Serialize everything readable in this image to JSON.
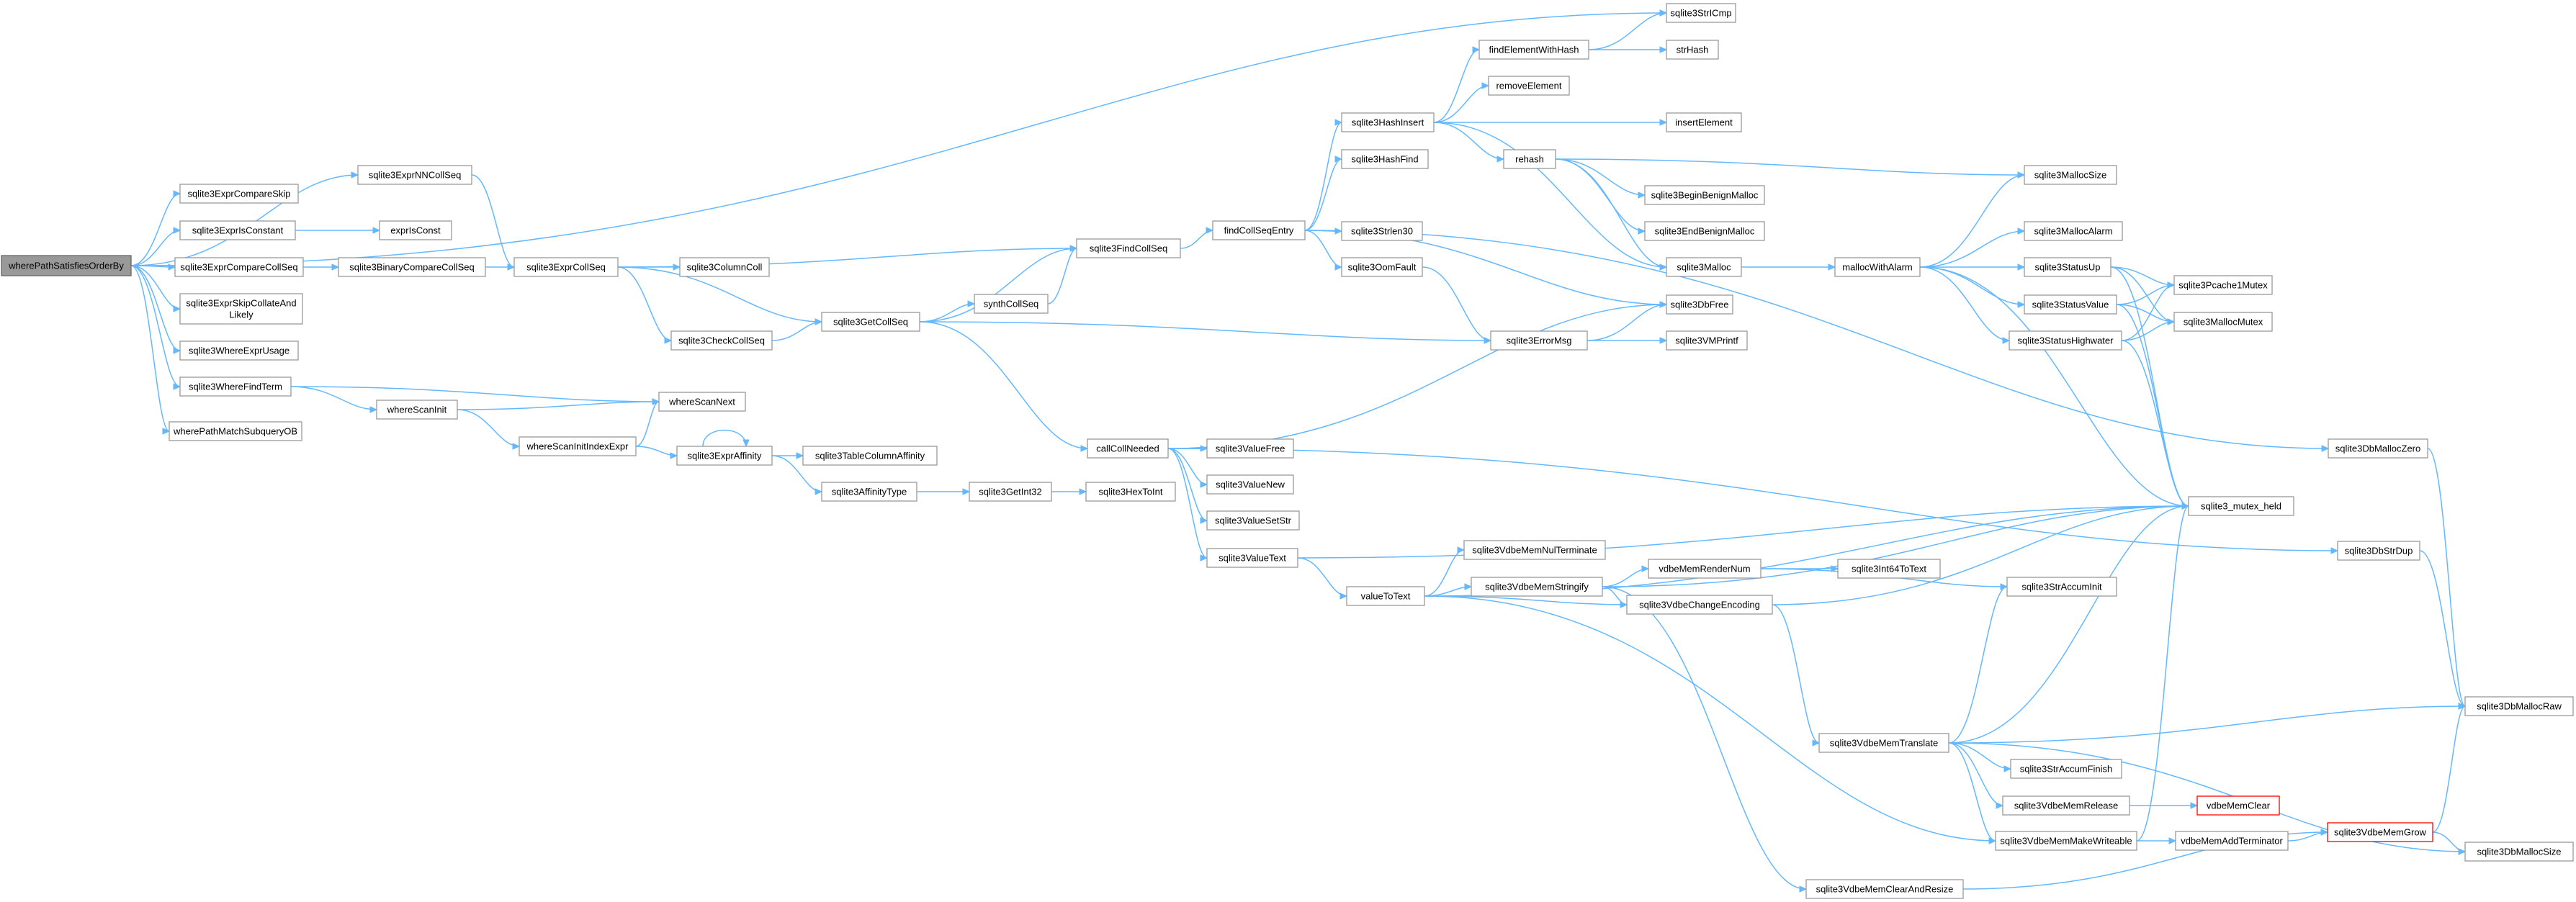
{
  "graph": {
    "root": "wherePathSatisfiesOrderBy",
    "nodes": [
      {
        "id": "wpso",
        "label": "wherePathSatisfiesOrderBy",
        "root": true
      },
      {
        "id": "strcmp",
        "label": "sqlite3StrICmp"
      },
      {
        "id": "fewh",
        "label": "findElementWithHash"
      },
      {
        "id": "strhash",
        "label": "strHash"
      },
      {
        "id": "removeel",
        "label": "removeElement"
      },
      {
        "id": "hashins",
        "label": "sqlite3HashInsert"
      },
      {
        "id": "insel",
        "label": "insertElement"
      },
      {
        "id": "rehash",
        "label": "rehash"
      },
      {
        "id": "mallocsize",
        "label": "sqlite3MallocSize"
      },
      {
        "id": "hashfind",
        "label": "sqlite3HashFind"
      },
      {
        "id": "beginbm",
        "label": "sqlite3BeginBenignMalloc"
      },
      {
        "id": "exprnncs",
        "label": "sqlite3ExprNNCollSeq"
      },
      {
        "id": "comparesk",
        "label": "sqlite3ExprCompareSkip"
      },
      {
        "id": "findcse",
        "label": "findCollSeqEntry"
      },
      {
        "id": "strlen30",
        "label": "sqlite3Strlen30"
      },
      {
        "id": "endbm",
        "label": "sqlite3EndBenignMalloc"
      },
      {
        "id": "mallocalarm",
        "label": "sqlite3MallocAlarm"
      },
      {
        "id": "isconst",
        "label": "sqlite3ExprIsConstant"
      },
      {
        "id": "exprconst",
        "label": "exprIsConst"
      },
      {
        "id": "findcs",
        "label": "sqlite3FindCollSeq"
      },
      {
        "id": "oomfault",
        "label": "sqlite3OomFault"
      },
      {
        "id": "malloc",
        "label": "sqlite3Malloc"
      },
      {
        "id": "mwa",
        "label": "mallocWithAlarm"
      },
      {
        "id": "statusup",
        "label": "sqlite3StatusUp"
      },
      {
        "id": "comparecs",
        "label": "sqlite3ExprCompareCollSeq"
      },
      {
        "id": "bincs",
        "label": "sqlite3BinaryCompareCollSeq"
      },
      {
        "id": "exprcs",
        "label": "sqlite3ExprCollSeq"
      },
      {
        "id": "columncoll",
        "label": "sqlite3ColumnColl"
      },
      {
        "id": "pcache1m",
        "label": "sqlite3Pcache1Mutex"
      },
      {
        "id": "statusval",
        "label": "sqlite3StatusValue"
      },
      {
        "id": "skipcoll",
        "label": "sqlite3ExprSkipCollateAnd\nLikely"
      },
      {
        "id": "synthcs",
        "label": "synthCollSeq"
      },
      {
        "id": "dbfree",
        "label": "sqlite3DbFree"
      },
      {
        "id": "mallocmutex",
        "label": "sqlite3MallocMutex"
      },
      {
        "id": "getcs",
        "label": "sqlite3GetCollSeq"
      },
      {
        "id": "checkcs",
        "label": "sqlite3CheckCollSeq"
      },
      {
        "id": "errmsg",
        "label": "sqlite3ErrorMsg"
      },
      {
        "id": "vmprintf",
        "label": "sqlite3VMPrintf"
      },
      {
        "id": "statushw",
        "label": "sqlite3StatusHighwater"
      },
      {
        "id": "whereexpr",
        "label": "sqlite3WhereExprUsage"
      },
      {
        "id": "wherefind",
        "label": "sqlite3WhereFindTerm"
      },
      {
        "id": "wsnext",
        "label": "whereScanNext"
      },
      {
        "id": "wsinit",
        "label": "whereScanInit"
      },
      {
        "id": "wpmso",
        "label": "wherePathMatchSubqueryOB"
      },
      {
        "id": "dbmzero",
        "label": "sqlite3DbMallocZero"
      },
      {
        "id": "callcn",
        "label": "callCollNeeded"
      },
      {
        "id": "valfree",
        "label": "sqlite3ValueFree"
      },
      {
        "id": "wsiie",
        "label": "whereScanInitIndexExpr"
      },
      {
        "id": "affinity",
        "label": "sqlite3ExprAffinity"
      },
      {
        "id": "tcaff",
        "label": "sqlite3TableColumnAffinity"
      },
      {
        "id": "valnew",
        "label": "sqlite3ValueNew"
      },
      {
        "id": "afftype",
        "label": "sqlite3AffinityType"
      },
      {
        "id": "getint32",
        "label": "sqlite3GetInt32"
      },
      {
        "id": "hextoint",
        "label": "sqlite3HexToInt"
      },
      {
        "id": "mutexheld",
        "label": "sqlite3_mutex_held"
      },
      {
        "id": "valsetstr",
        "label": "sqlite3ValueSetStr"
      },
      {
        "id": "dbstrdup",
        "label": "sqlite3DbStrDup"
      },
      {
        "id": "valtext",
        "label": "sqlite3ValueText"
      },
      {
        "id": "nulterm",
        "label": "sqlite3VdbeMemNulTerminate"
      },
      {
        "id": "stringify",
        "label": "sqlite3VdbeMemStringify"
      },
      {
        "id": "rendernum",
        "label": "vdbeMemRenderNum"
      },
      {
        "id": "int64totext",
        "label": "sqlite3Int64ToText"
      },
      {
        "id": "straccinit",
        "label": "sqlite3StrAccumInit"
      },
      {
        "id": "valtotext",
        "label": "valueToText"
      },
      {
        "id": "changeenc",
        "label": "sqlite3VdbeChangeEncoding"
      },
      {
        "id": "dbmraw",
        "label": "sqlite3DbMallocRaw"
      },
      {
        "id": "memtrans",
        "label": "sqlite3VdbeMemTranslate"
      },
      {
        "id": "straccfin",
        "label": "sqlite3StrAccumFinish"
      },
      {
        "id": "memrel",
        "label": "sqlite3VdbeMemRelease"
      },
      {
        "id": "memclear",
        "label": "vdbeMemClear",
        "truncated": true
      },
      {
        "id": "makew",
        "label": "sqlite3VdbeMemMakeWriteable"
      },
      {
        "id": "addterm",
        "label": "vdbeMemAddTerminator"
      },
      {
        "id": "memgrow",
        "label": "sqlite3VdbeMemGrow",
        "truncated": true
      },
      {
        "id": "dbmsize",
        "label": "sqlite3DbMallocSize"
      },
      {
        "id": "clearresize",
        "label": "sqlite3VdbeMemClearAndResize"
      }
    ],
    "edges": [
      [
        "wpso",
        "strcmp"
      ],
      [
        "wpso",
        "exprnncs"
      ],
      [
        "wpso",
        "comparesk"
      ],
      [
        "wpso",
        "isconst"
      ],
      [
        "wpso",
        "comparecs"
      ],
      [
        "wpso",
        "skipcoll"
      ],
      [
        "wpso",
        "whereexpr"
      ],
      [
        "wpso",
        "wherefind"
      ],
      [
        "wpso",
        "wpmso"
      ],
      [
        "exprnncs",
        "exprcs"
      ],
      [
        "isconst",
        "exprconst"
      ],
      [
        "comparecs",
        "bincs"
      ],
      [
        "bincs",
        "exprcs"
      ],
      [
        "exprcs",
        "findcs"
      ],
      [
        "exprcs",
        "columncoll"
      ],
      [
        "exprcs",
        "getcs"
      ],
      [
        "exprcs",
        "checkcs"
      ],
      [
        "checkcs",
        "getcs"
      ],
      [
        "getcs",
        "synthcs"
      ],
      [
        "getcs",
        "findcs"
      ],
      [
        "getcs",
        "callcn"
      ],
      [
        "getcs",
        "errmsg"
      ],
      [
        "synthcs",
        "findcs"
      ],
      [
        "findcs",
        "findcse"
      ],
      [
        "findcse",
        "hashins"
      ],
      [
        "findcse",
        "hashfind"
      ],
      [
        "findcse",
        "strlen30"
      ],
      [
        "findcse",
        "oomfault"
      ],
      [
        "findcse",
        "dbfree"
      ],
      [
        "findcse",
        "dbmzero"
      ],
      [
        "hashins",
        "fewh"
      ],
      [
        "hashins",
        "removeel"
      ],
      [
        "hashins",
        "insel"
      ],
      [
        "hashins",
        "rehash"
      ],
      [
        "hashins",
        "malloc"
      ],
      [
        "fewh",
        "strcmp"
      ],
      [
        "fewh",
        "strhash"
      ],
      [
        "rehash",
        "mallocsize"
      ],
      [
        "rehash",
        "beginbm"
      ],
      [
        "rehash",
        "endbm"
      ],
      [
        "rehash",
        "malloc"
      ],
      [
        "malloc",
        "mwa"
      ],
      [
        "mwa",
        "mallocsize"
      ],
      [
        "mwa",
        "mallocalarm"
      ],
      [
        "mwa",
        "statusup"
      ],
      [
        "mwa",
        "statusval"
      ],
      [
        "mwa",
        "statushw"
      ],
      [
        "mwa",
        "mutexheld"
      ],
      [
        "statusup",
        "pcache1m"
      ],
      [
        "statusup",
        "mallocmutex"
      ],
      [
        "statusup",
        "mutexheld"
      ],
      [
        "statusval",
        "pcache1m"
      ],
      [
        "statusval",
        "mallocmutex"
      ],
      [
        "statusval",
        "mutexheld"
      ],
      [
        "statushw",
        "pcache1m"
      ],
      [
        "statushw",
        "mallocmutex"
      ],
      [
        "statushw",
        "mutexheld"
      ],
      [
        "oomfault",
        "errmsg"
      ],
      [
        "errmsg",
        "dbfree"
      ],
      [
        "errmsg",
        "vmprintf"
      ],
      [
        "wherefind",
        "wsnext"
      ],
      [
        "wherefind",
        "wsinit"
      ],
      [
        "wsinit",
        "wsnext"
      ],
      [
        "wsinit",
        "wsiie"
      ],
      [
        "wsiie",
        "wsnext"
      ],
      [
        "wsiie",
        "affinity"
      ],
      [
        "affinity",
        "affinity"
      ],
      [
        "affinity",
        "tcaff"
      ],
      [
        "affinity",
        "afftype"
      ],
      [
        "afftype",
        "getint32"
      ],
      [
        "getint32",
        "hextoint"
      ],
      [
        "callcn",
        "dbfree"
      ],
      [
        "callcn",
        "dbstrdup"
      ],
      [
        "callcn",
        "valfree"
      ],
      [
        "callcn",
        "valnew"
      ],
      [
        "callcn",
        "valsetstr"
      ],
      [
        "callcn",
        "valtext"
      ],
      [
        "valtext",
        "valtotext"
      ],
      [
        "valtext",
        "mutexheld"
      ],
      [
        "valtotext",
        "nulterm"
      ],
      [
        "valtotext",
        "stringify"
      ],
      [
        "valtotext",
        "changeenc"
      ],
      [
        "valtotext",
        "makew"
      ],
      [
        "valtotext",
        "mutexheld"
      ],
      [
        "stringify",
        "rendernum"
      ],
      [
        "stringify",
        "changeenc"
      ],
      [
        "stringify",
        "clearresize"
      ],
      [
        "stringify",
        "mutexheld"
      ],
      [
        "rendernum",
        "int64totext"
      ],
      [
        "rendernum",
        "straccinit"
      ],
      [
        "changeenc",
        "memtrans"
      ],
      [
        "changeenc",
        "mutexheld"
      ],
      [
        "memtrans",
        "straccinit"
      ],
      [
        "memtrans",
        "dbmraw"
      ],
      [
        "memtrans",
        "straccfin"
      ],
      [
        "memtrans",
        "memrel"
      ],
      [
        "memtrans",
        "makew"
      ],
      [
        "memtrans",
        "dbmsize"
      ],
      [
        "memtrans",
        "mutexheld"
      ],
      [
        "memrel",
        "memclear"
      ],
      [
        "makew",
        "addterm"
      ],
      [
        "makew",
        "mutexheld"
      ],
      [
        "addterm",
        "memgrow"
      ],
      [
        "memgrow",
        "dbmraw"
      ],
      [
        "memgrow",
        "dbmsize"
      ],
      [
        "clearresize",
        "memgrow"
      ],
      [
        "dbmzero",
        "dbmraw"
      ],
      [
        "dbstrdup",
        "dbmraw"
      ]
    ]
  }
}
